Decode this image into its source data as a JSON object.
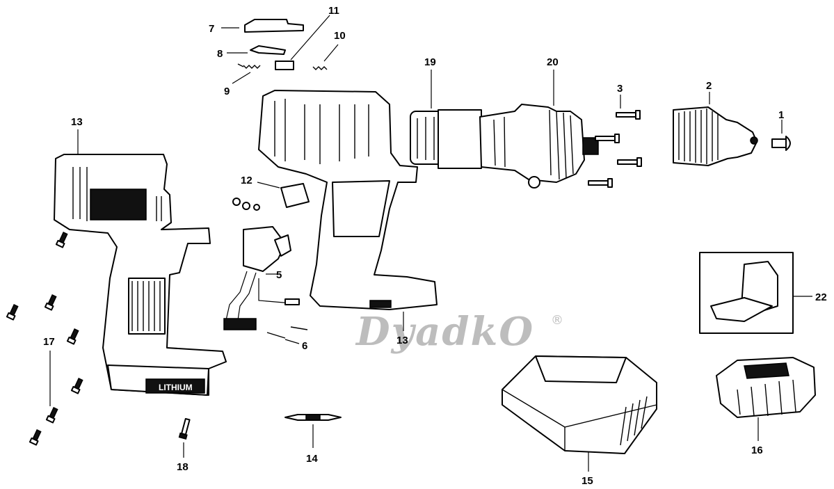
{
  "watermark": {
    "brand": "DyadkO",
    "registered_mark": "®"
  },
  "callouts": [
    {
      "id": "p1",
      "label": "1"
    },
    {
      "id": "p2",
      "label": "2"
    },
    {
      "id": "p3",
      "label": "3"
    },
    {
      "id": "p5",
      "label": "5"
    },
    {
      "id": "p6",
      "label": "6"
    },
    {
      "id": "p7",
      "label": "7"
    },
    {
      "id": "p8",
      "label": "8"
    },
    {
      "id": "p9",
      "label": "9"
    },
    {
      "id": "p10",
      "label": "10"
    },
    {
      "id": "p11",
      "label": "11"
    },
    {
      "id": "p12",
      "label": "12"
    },
    {
      "id": "p13a",
      "label": "13"
    },
    {
      "id": "p13b",
      "label": "13"
    },
    {
      "id": "p14",
      "label": "14"
    },
    {
      "id": "p15",
      "label": "15"
    },
    {
      "id": "p16",
      "label": "16"
    },
    {
      "id": "p17",
      "label": "17"
    },
    {
      "id": "p18",
      "label": "18"
    },
    {
      "id": "p19",
      "label": "19"
    },
    {
      "id": "p20",
      "label": "20"
    },
    {
      "id": "p22",
      "label": "22"
    }
  ],
  "battery_label": "LITHIUM"
}
